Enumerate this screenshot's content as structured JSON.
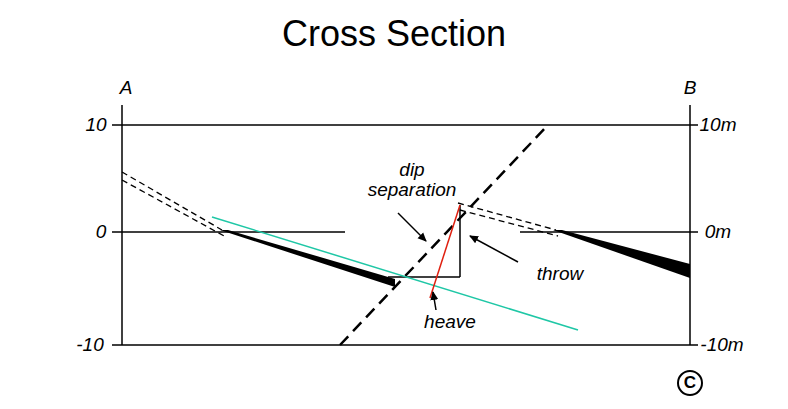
{
  "diagram": {
    "title": "Cross Section",
    "labels": [
      "A",
      "B",
      "10",
      "10m",
      "0",
      "0m",
      "-10",
      "-10m",
      "dip separation",
      "throw",
      "heave",
      "C"
    ]
  }
}
